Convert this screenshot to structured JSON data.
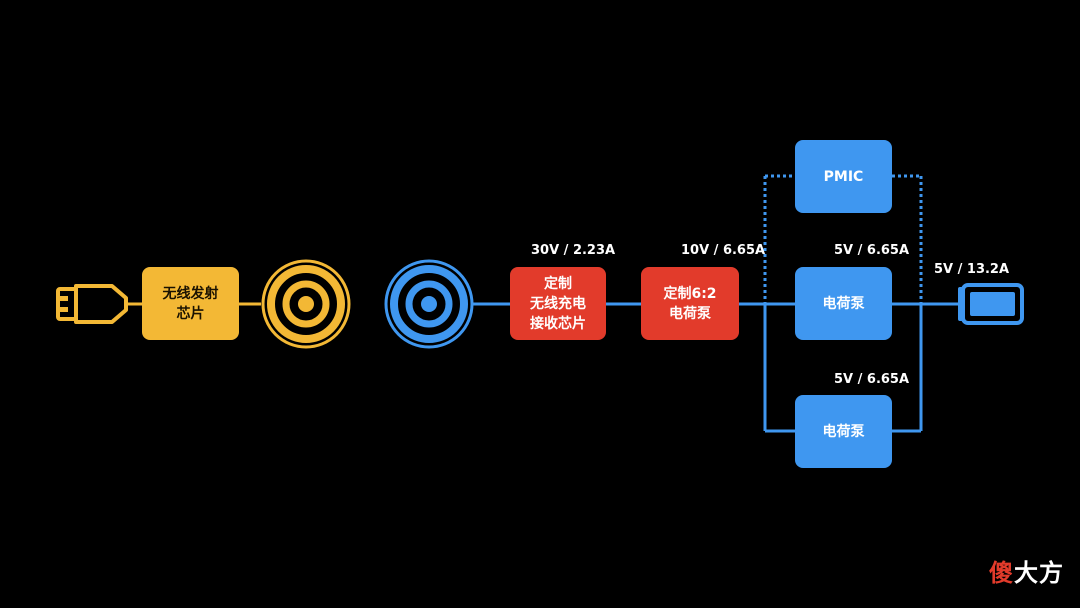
{
  "colors": {
    "yellow": "#f3b835",
    "red": "#e23b2b",
    "blue": "#3f97f0",
    "background": "#000000"
  },
  "icons": {
    "usb": "usb-plug-icon",
    "tx_coil": "transmit-coil-icon",
    "rx_coil": "receive-coil-icon",
    "battery": "battery-icon"
  },
  "blocks": {
    "tx_chip": {
      "lines": [
        "无线发射",
        "芯片"
      ]
    },
    "rx_chip": {
      "lines": [
        "定制",
        "无线充电",
        "接收芯片"
      ]
    },
    "cp_6_2": {
      "lines": [
        "定制6:2",
        "电荷泵"
      ]
    },
    "pmic": {
      "lines": [
        "PMIC"
      ]
    },
    "cp_top": {
      "lines": [
        "电荷泵"
      ]
    },
    "cp_bottom": {
      "lines": [
        "电荷泵"
      ]
    }
  },
  "labels": {
    "rx_output": "30V / 2.23A",
    "cp62_output": "10V / 6.65A",
    "cp_top_output": "5V / 6.65A",
    "cp_bottom_output": "5V / 6.65A",
    "battery_input": "5V / 13.2A"
  },
  "watermark": {
    "part1": "傻",
    "part2": "大方"
  }
}
